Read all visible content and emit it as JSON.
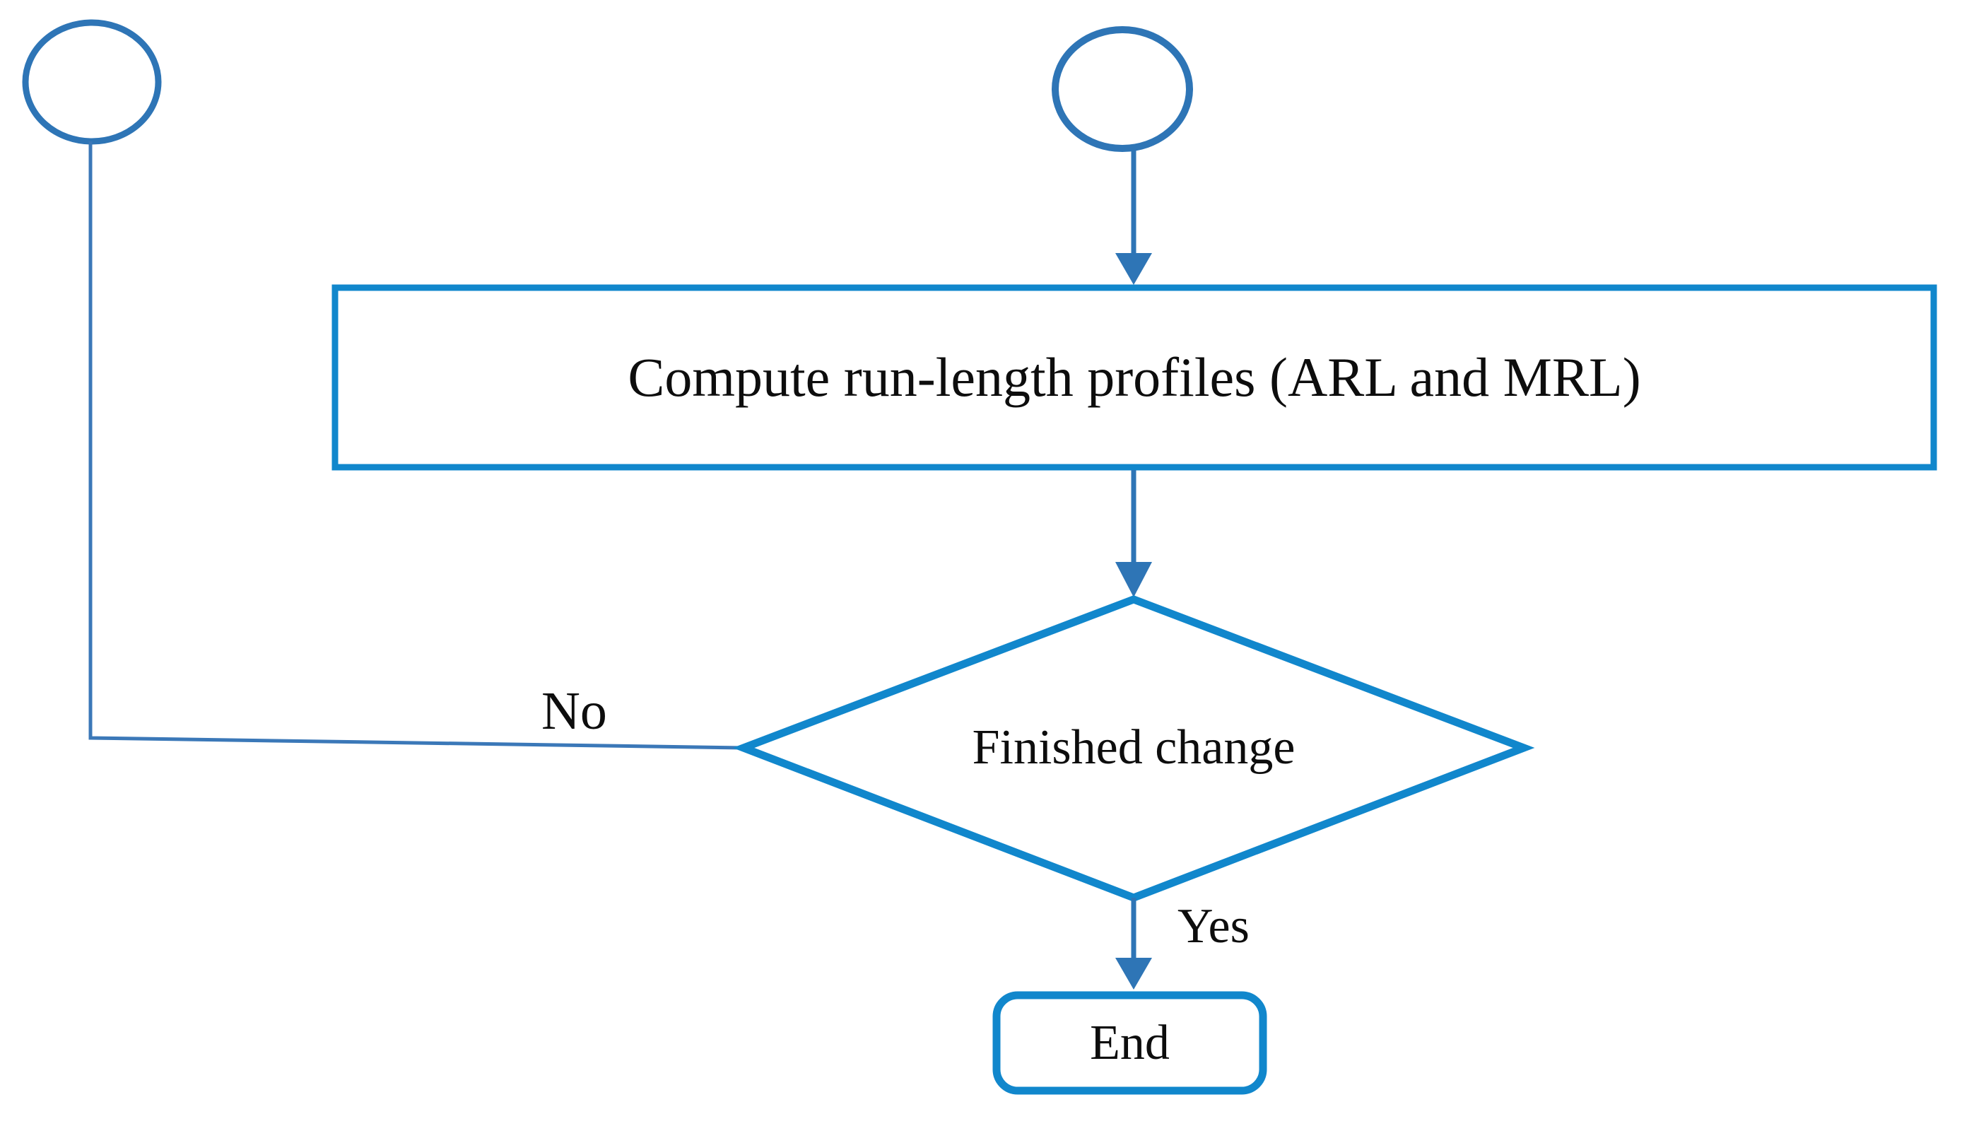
{
  "diagram": {
    "type": "flowchart",
    "title": "Run-length profile computation flowchart",
    "background_color": "#ffffff",
    "colors": {
      "shape_stroke": "#1187CC",
      "connector_stroke": "#2E75B6",
      "connector_circle_stroke": "#2E75B6",
      "text": "#0d0d0d"
    },
    "nodes": [
      {
        "id": "connector-in",
        "shape": "circle",
        "label": "",
        "name": "off-page-connector-in"
      },
      {
        "id": "connector-out",
        "shape": "circle",
        "label": "",
        "name": "off-page-connector-out"
      },
      {
        "id": "process-compute",
        "shape": "rectangle",
        "label": "Compute run-length profiles (ARL and MRL)",
        "name": "process-step"
      },
      {
        "id": "decision-finished",
        "shape": "diamond",
        "label": "Finished change",
        "name": "decision-step"
      },
      {
        "id": "terminator-end",
        "shape": "rounded-rectangle",
        "label": "End",
        "name": "terminator-step"
      }
    ],
    "edges": [
      {
        "id": "edge-connector-to-process",
        "from": "connector-out",
        "to": "process-compute",
        "label": "",
        "arrow": true
      },
      {
        "id": "edge-process-to-decision",
        "from": "process-compute",
        "to": "decision-finished",
        "label": "",
        "arrow": true
      },
      {
        "id": "edge-decision-no",
        "from": "decision-finished",
        "to": "connector-in",
        "label": "No",
        "arrow": false
      },
      {
        "id": "edge-decision-yes",
        "from": "decision-finished",
        "to": "terminator-end",
        "label": "Yes",
        "arrow": true
      }
    ],
    "labels": {
      "process": "Compute run-length profiles (ARL and MRL)",
      "decision": "Finished change",
      "end": "End",
      "branch_no": "No",
      "branch_yes": "Yes"
    }
  }
}
